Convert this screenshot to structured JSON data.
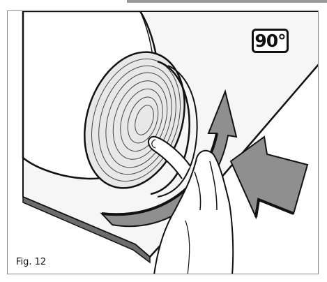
{
  "figure": {
    "caption": "Fig. 12",
    "angle_label": "90°"
  },
  "colors": {
    "line": "#111111",
    "arrow_fill": "#8f8f8f",
    "panel_fill": "#f6f6f6",
    "frame_border": "#8a8a8a",
    "header_bar": "#9a9a9a"
  },
  "icons": [
    "lamp-cover-illustration",
    "rotation-arrow-icon",
    "push-arrow-icon",
    "hand-illustration"
  ]
}
